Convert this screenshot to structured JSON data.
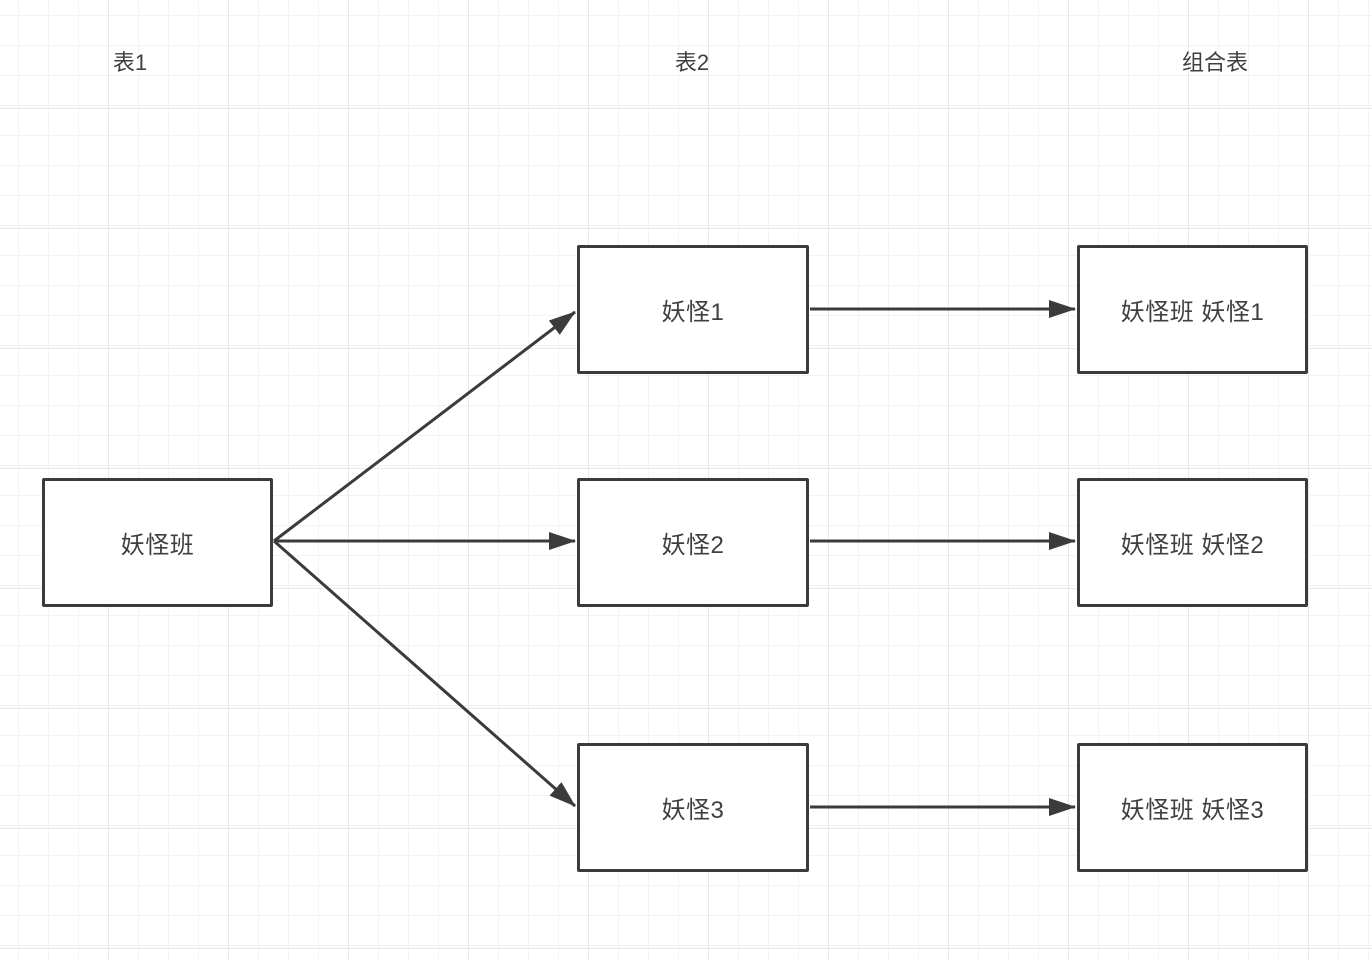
{
  "diagram": {
    "column_headers": [
      {
        "label": "表1"
      },
      {
        "label": "表2"
      },
      {
        "label": "组合表"
      }
    ],
    "nodes": {
      "source": {
        "label": "妖怪班"
      },
      "table2": [
        {
          "label": "妖怪1"
        },
        {
          "label": "妖怪2"
        },
        {
          "label": "妖怪3"
        }
      ],
      "combined": [
        {
          "label": "妖怪班 妖怪1"
        },
        {
          "label": "妖怪班 妖怪2"
        },
        {
          "label": "妖怪班 妖怪3"
        }
      ]
    },
    "edges": [
      {
        "from": "妖怪班",
        "to": "妖怪1"
      },
      {
        "from": "妖怪班",
        "to": "妖怪2"
      },
      {
        "from": "妖怪班",
        "to": "妖怪3"
      },
      {
        "from": "妖怪1",
        "to": "妖怪班 妖怪1"
      },
      {
        "from": "妖怪2",
        "to": "妖怪班 妖怪2"
      },
      {
        "from": "妖怪3",
        "to": "妖怪班 妖怪3"
      }
    ],
    "colors": {
      "node_border": "#3b3b3b",
      "edge": "#3b3b3b",
      "text": "#3f3f3f",
      "grid_minor": "#f3f3f5",
      "grid_major": "#e9e9ec",
      "background": "#ffffff"
    }
  }
}
